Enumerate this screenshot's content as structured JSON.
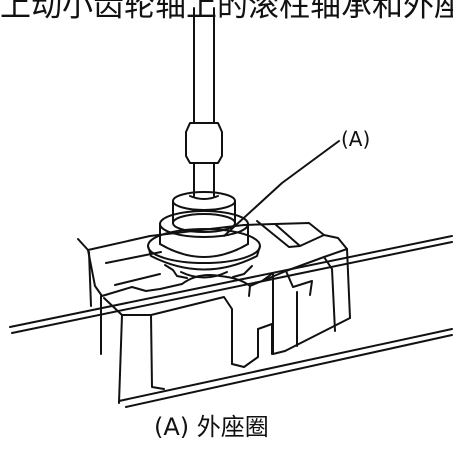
{
  "header": {
    "text": "上动小齿轮轴上的滚柱轴承和外座圈"
  },
  "callout": {
    "label": "(A)"
  },
  "caption": {
    "text": "(A) 外座圈"
  }
}
